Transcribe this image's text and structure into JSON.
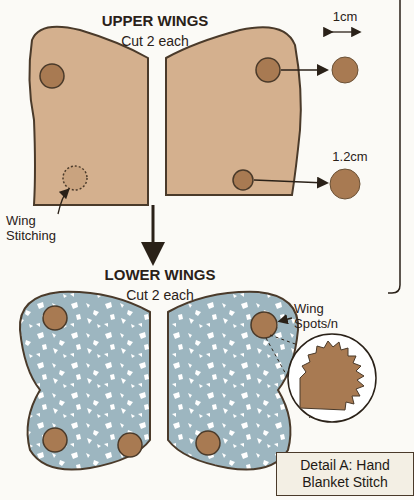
{
  "diagram": {
    "nodes": [
      {
        "text": [
          "Detail A: Hand Blanket Stitch"
        ]
      }
    ],
    "labels": [
      "UPPER WINGS",
      "Cut 2 each",
      "1cm",
      "1.2cm",
      "Wing Stitching",
      "LOWER WINGS",
      "Cut 2 each",
      "Wing Spots/n"
    ]
  }
}
